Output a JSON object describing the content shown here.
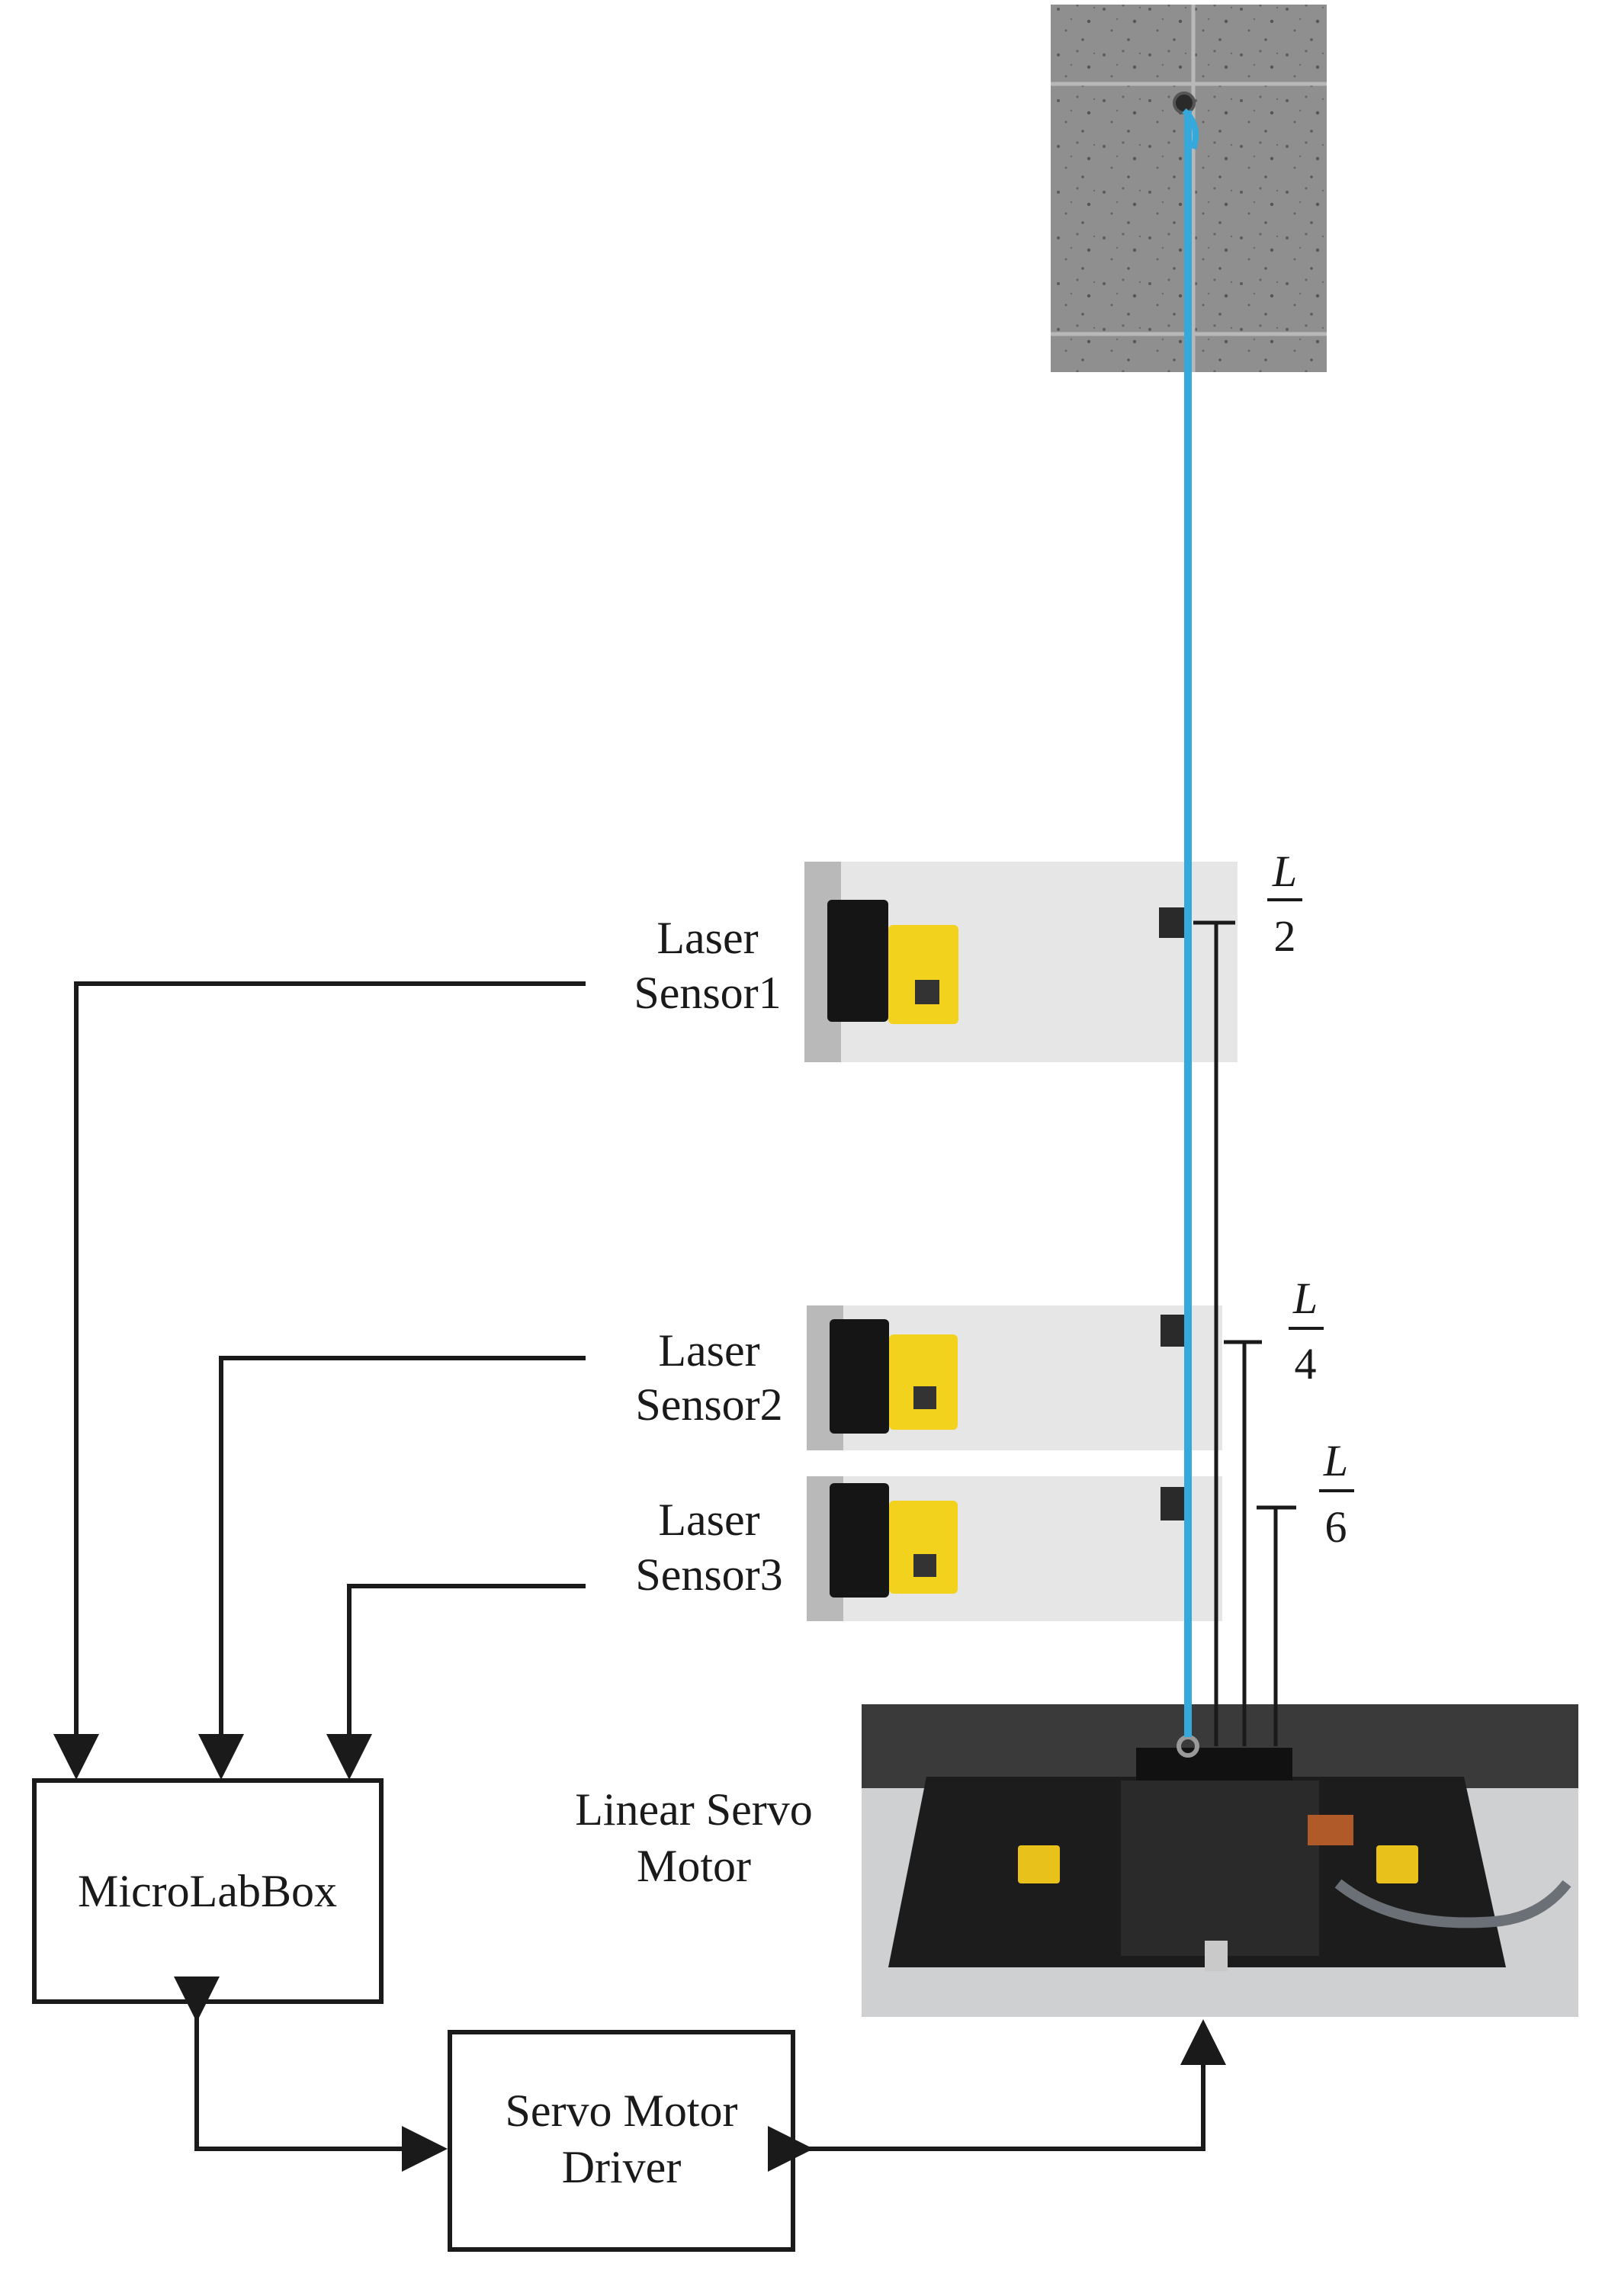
{
  "labels": {
    "laser1_line1": "Laser",
    "laser1_line2": "Sensor1",
    "laser2_line1": "Laser",
    "laser2_line2": "Sensor2",
    "laser3_line1": "Laser",
    "laser3_line2": "Sensor3",
    "motor_line1": "Linear Servo",
    "motor_line2": "Motor",
    "microlabbox": "MicroLabBox",
    "driver_line1": "Servo Motor",
    "driver_line2": "Driver"
  },
  "fractions": [
    {
      "num": "L",
      "den": "2"
    },
    {
      "num": "L",
      "den": "4"
    },
    {
      "num": "L",
      "den": "6"
    }
  ],
  "colors": {
    "string": "#35a8dc",
    "line": "#1a1a1a",
    "sensor_yellow": "#f2d21c",
    "ceiling": "#8a8a8a",
    "panel": "#e4e4e4"
  }
}
